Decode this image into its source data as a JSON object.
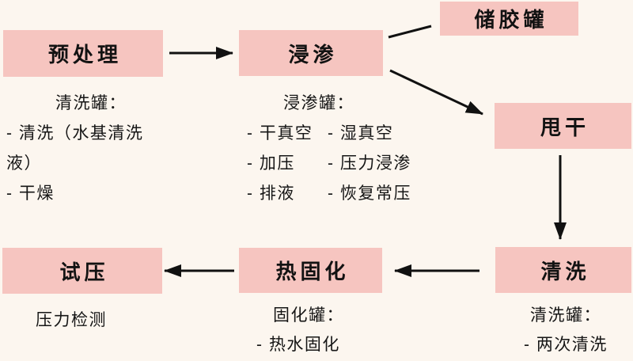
{
  "diagram": {
    "colors": {
      "background": "#fcf6ef",
      "node_fill": "#f6c5c0",
      "text": "#161616",
      "arrow": "#111111"
    },
    "nodes": {
      "pretreat": {
        "label": "预处理"
      },
      "impregnate": {
        "label": "浸渗"
      },
      "glue_tank": {
        "label": "储胶罐"
      },
      "spin_dry": {
        "label": "甩干"
      },
      "wash": {
        "label": "清洗"
      },
      "heat_cure": {
        "label": "热固化"
      },
      "pressure_test": {
        "label": "试压"
      }
    },
    "edges": [
      {
        "from": "pretreat",
        "to": "impregnate",
        "arrowhead": true
      },
      {
        "from": "impregnate",
        "to": "glue_tank",
        "arrowhead": false
      },
      {
        "from": "impregnate",
        "to": "spin_dry",
        "arrowhead": true
      },
      {
        "from": "spin_dry",
        "to": "wash",
        "arrowhead": true
      },
      {
        "from": "wash",
        "to": "heat_cure",
        "arrowhead": true
      },
      {
        "from": "heat_cure",
        "to": "pressure_test",
        "arrowhead": true
      }
    ],
    "notes": {
      "pretreat": {
        "title": "清洗罐：",
        "lines": [
          "- 清洗（水基清洗",
          "液）",
          "- 干燥"
        ]
      },
      "impregnate": {
        "title": "浸渗罐：",
        "col1": [
          "- 干真空",
          "- 加压",
          "- 排液"
        ],
        "col2": [
          "- 湿真空",
          "- 压力浸渗",
          "- 恢复常压"
        ]
      },
      "wash": {
        "title": "清洗罐：",
        "lines": [
          "- 两次清洗"
        ]
      },
      "heat_cure": {
        "title": "固化罐：",
        "lines": [
          "- 热水固化"
        ]
      },
      "pressure_test": {
        "lines": [
          "压力检测"
        ]
      }
    }
  }
}
